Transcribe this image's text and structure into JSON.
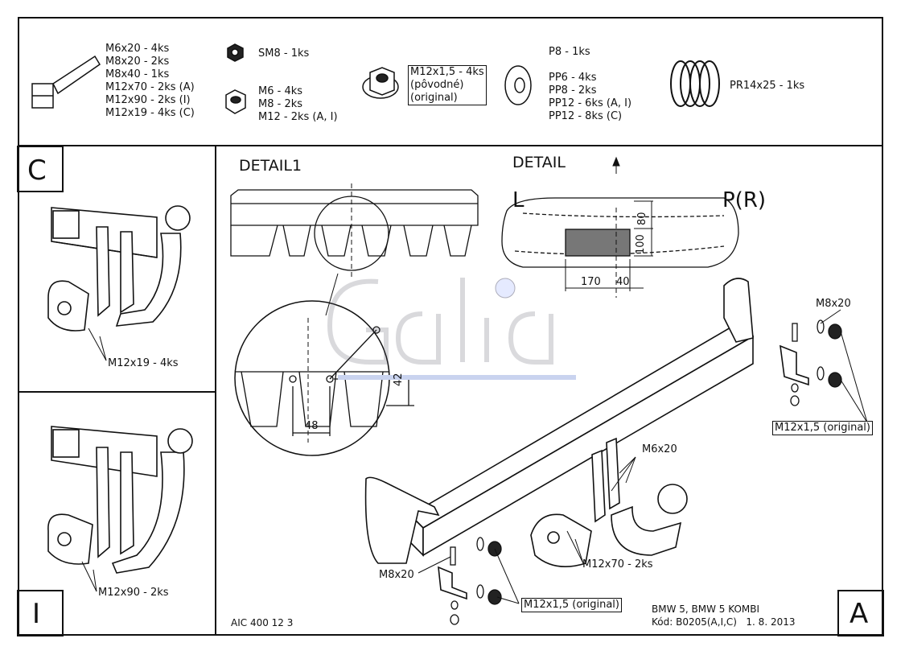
{
  "parts": {
    "bolts": [
      "M6x20 - 4ks",
      "M8x20 - 2ks",
      "M8x40 - 1ks",
      "M12x70 - 2ks (A)",
      "M12x90 - 2ks (I)",
      "M12x19 - 4ks (C)"
    ],
    "self_lock_nut": "SM8 - 1ks",
    "nuts": [
      "M6 - 4ks",
      "M8 - 2ks",
      "M12 - 2ks (A, I)"
    ],
    "flange_nut": [
      "M12x1,5 - 4ks",
      "(pôvodné)",
      "(original)"
    ],
    "washer_p8": "P8 - 1ks",
    "washers": [
      "PP6 - 4ks",
      "PP8 - 2ks",
      "PP12 - 6ks (A, I)",
      "PP12 - 8ks (C)"
    ],
    "spring": "PR14x25 - 1ks"
  },
  "left_panels": {
    "c_label": "C",
    "c_caption": "M12x19 - 4ks",
    "i_label": "I",
    "i_caption": "M12x90 - 2ks"
  },
  "detail1": {
    "title": "DETAIL1",
    "dim_vertical": "42",
    "dim_horizontal": "48"
  },
  "detail": {
    "title": "DETAIL",
    "left": "L",
    "right": "P(R)",
    "dim_80": "80",
    "dim_100": "100",
    "dim_170": "170",
    "dim_40": "40"
  },
  "callouts": {
    "m8x20_right": "M8x20",
    "m12_original_right": "M12x1,5 (original)",
    "m6x20": "M6x20",
    "m12x70": "M12x70 - 2ks",
    "m8x20_left": "M8x20",
    "m12_original_bottom": "M12x1,5 (original)"
  },
  "footer": {
    "aic": "AIC 400 12 3",
    "model": "BMW 5, BMW 5 KOMBI",
    "code": "Kód: B0205(A,I,C)   1. 8. 2013",
    "view_label": "A"
  },
  "watermark": "Galia"
}
